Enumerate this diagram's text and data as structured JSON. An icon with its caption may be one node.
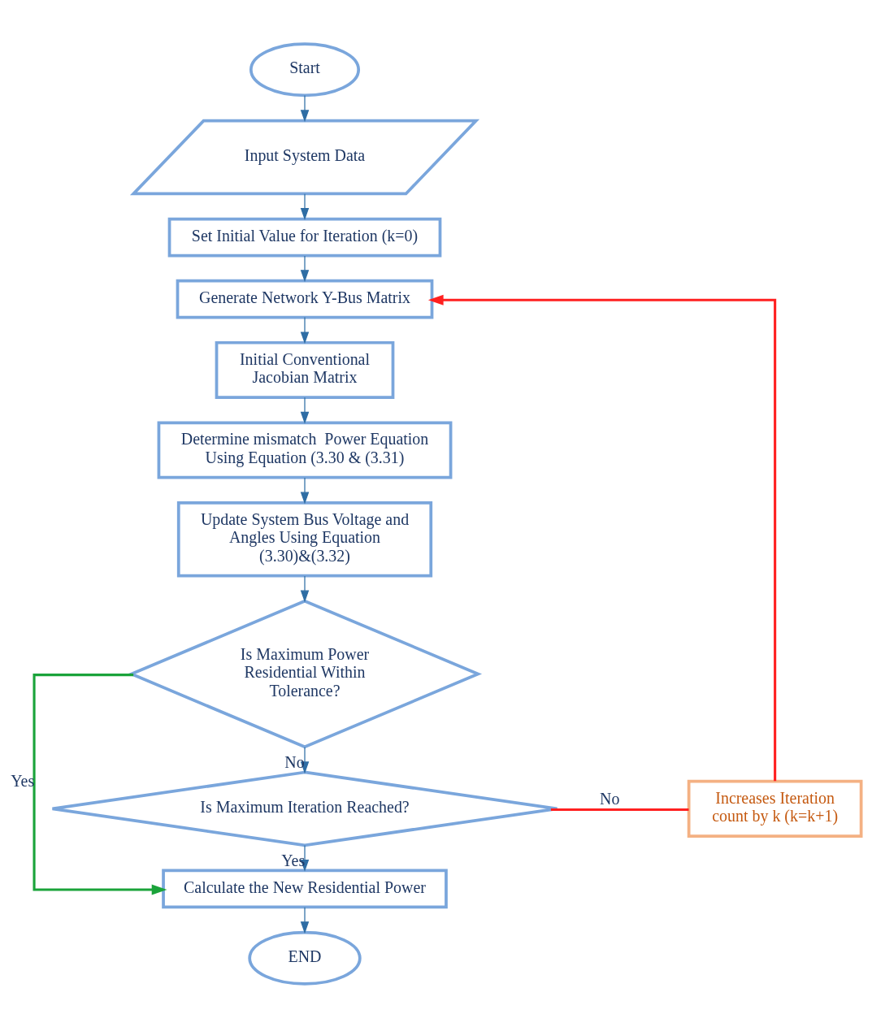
{
  "diagram": {
    "nodes": [
      {
        "text": [
          "Start"
        ]
      },
      {
        "text": [
          "Input System Data"
        ]
      },
      {
        "text": [
          "Set Initial Value for Iteration (k=0)"
        ]
      },
      {
        "text": [
          "Generate Network Y-Bus Matrix"
        ]
      },
      {
        "text": [
          "Initial Conventional Jacobian Matrix"
        ]
      },
      {
        "text": [
          "Determine mismatch  Power Equation Using Equation (3.30 & (3.31)"
        ]
      },
      {
        "text": [
          "Update System Bus Voltage and Angles Using Equation (3.30)&(3.32)"
        ]
      },
      {
        "text": [
          "Is Maximum Power Residential Within Tolerance?"
        ]
      },
      {
        "text": [
          "Is Maximum Iteration Reached?"
        ]
      },
      {
        "text": [
          "Calculate the New Residential Power"
        ]
      },
      {
        "text": [
          "END"
        ]
      },
      {
        "text": [
          "Increases Iteration count by k (k=k+1)"
        ]
      }
    ],
    "edges": [
      {
        "from": 0,
        "to": 1,
        "arrow": "to"
      },
      {
        "from": 1,
        "to": 2,
        "arrow": "to"
      },
      {
        "from": 2,
        "to": 3,
        "arrow": "to"
      },
      {
        "from": 3,
        "to": 4,
        "arrow": "to"
      },
      {
        "from": 4,
        "to": 5,
        "arrow": "to"
      },
      {
        "from": 5,
        "to": 6,
        "arrow": "to"
      },
      {
        "from": 6,
        "to": 7,
        "arrow": "to"
      },
      {
        "from": 7,
        "to": 8,
        "arrow": "to",
        "label": "No"
      },
      {
        "from": 7,
        "to": 9,
        "arrow": "to",
        "label": "Yes",
        "color": "#1aa33a"
      },
      {
        "from": 8,
        "to": 9,
        "arrow": "to",
        "label": "Yes"
      },
      {
        "from": 8,
        "to": 11,
        "arrow": "none",
        "label": "No",
        "color": "#ff2020"
      },
      {
        "from": 11,
        "to": 3,
        "arrow": "to",
        "color": "#ff2020"
      },
      {
        "from": 9,
        "to": 10,
        "arrow": "to"
      }
    ]
  }
}
